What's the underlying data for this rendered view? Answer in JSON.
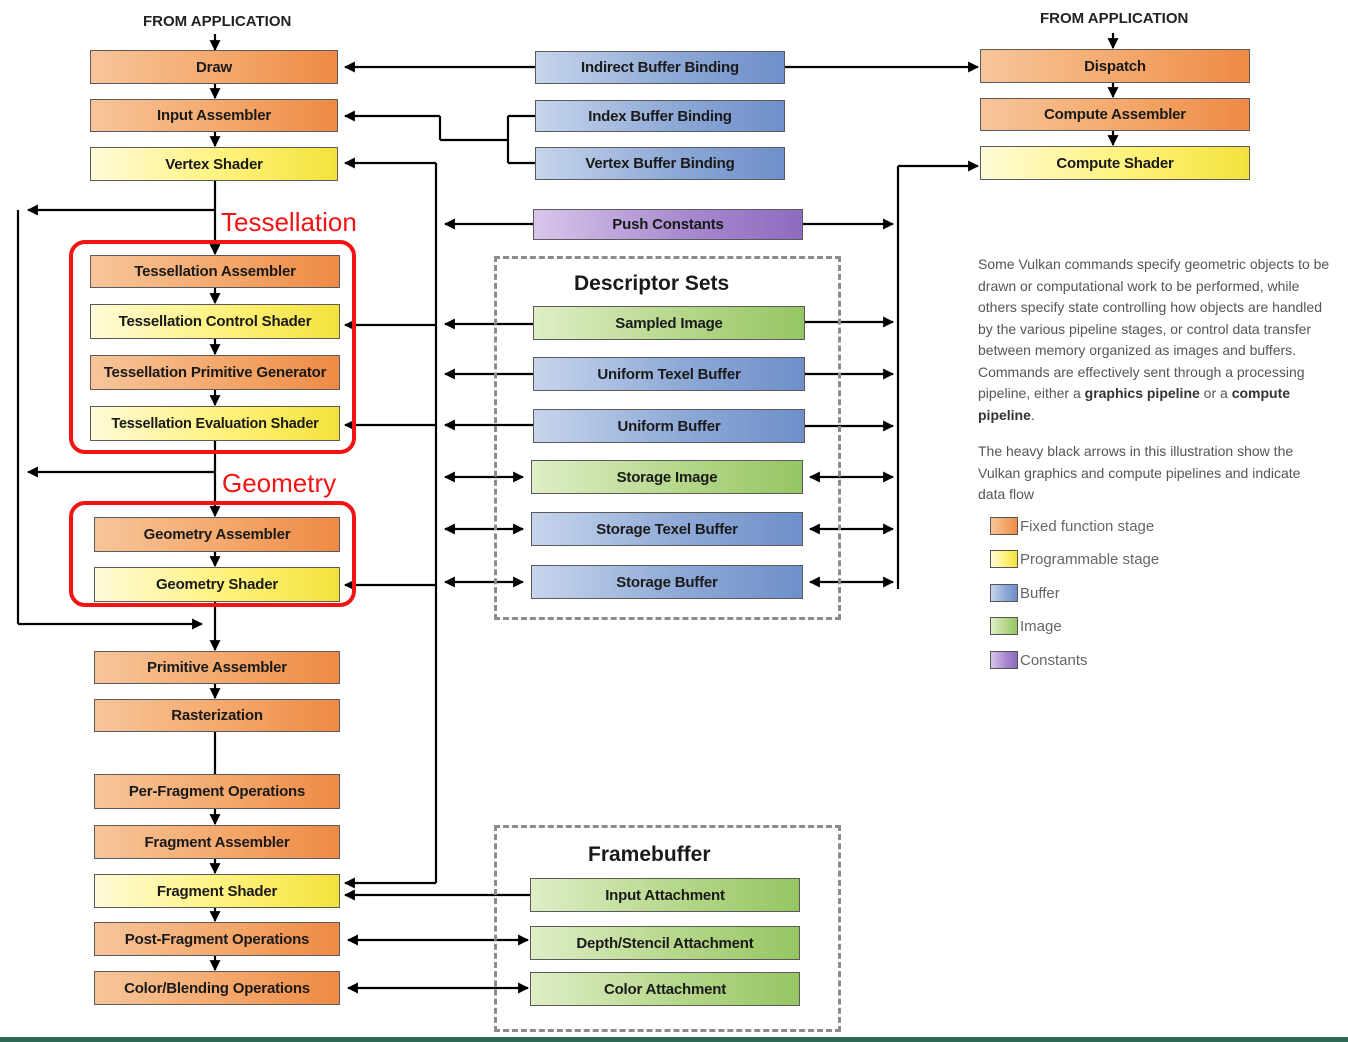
{
  "pipeline": {
    "from_app_graphics": "FROM APPLICATION",
    "from_app_compute": "FROM APPLICATION",
    "draw": "Draw",
    "input_assembler": "Input Assembler",
    "vertex_shader": "Vertex Shader",
    "tessellation_assembler": "Tessellation Assembler",
    "tessellation_control_shader": "Tessellation Control Shader",
    "tessellation_primitive_generator": "Tessellation Primitive Generator",
    "tessellation_evaluation_shader": "Tessellation Evaluation Shader",
    "geometry_assembler": "Geometry Assembler",
    "geometry_shader": "Geometry Shader",
    "primitive_assembler": "Primitive Assembler",
    "rasterization": "Rasterization",
    "per_fragment_operations": "Per-Fragment Operations",
    "fragment_assembler": "Fragment Assembler",
    "fragment_shader": "Fragment Shader",
    "post_fragment_operations": "Post-Fragment Operations",
    "color_blending_operations": "Color/Blending Operations",
    "dispatch": "Dispatch",
    "compute_assembler": "Compute Assembler",
    "compute_shader": "Compute Shader"
  },
  "bindings": {
    "indirect_buffer_binding": "Indirect Buffer Binding",
    "index_buffer_binding": "Index Buffer Binding",
    "vertex_buffer_binding": "Vertex Buffer Binding",
    "push_constants": "Push Constants"
  },
  "descriptor_sets": {
    "title": "Descriptor Sets",
    "sampled_image": "Sampled Image",
    "uniform_texel_buffer": "Uniform Texel Buffer",
    "uniform_buffer": "Uniform Buffer",
    "storage_image": "Storage Image",
    "storage_texel_buffer": "Storage Texel Buffer",
    "storage_buffer": "Storage Buffer"
  },
  "framebuffer": {
    "title": "Framebuffer",
    "input_attachment": "Input Attachment",
    "depth_stencil_attachment": "Depth/Stencil Attachment",
    "color_attachment": "Color Attachment"
  },
  "annotations": {
    "tessellation": "Tessellation",
    "geometry": "Geometry",
    "color": "#f21414"
  },
  "description": {
    "p1_part1": "Some Vulkan commands specify geometric objects to be drawn or computational work to be performed, while others specify state controlling how objects are handled by the various pipeline stages, or control data transfer between memory organized as images and buffers. Commands are effectively sent through a processing pipeline, either a ",
    "p1_bold1": "graphics pipeline",
    "p1_part2": " or a ",
    "p1_bold2": "compute pipeline",
    "p1_part3": ".",
    "p2": "The heavy black arrows in this illustration show the Vulkan graphics and compute pipelines and indicate data flow"
  },
  "legend": {
    "fixed": "Fixed function stage",
    "programmable": "Programmable stage",
    "buffer": "Buffer",
    "image": "Image",
    "constants": "Constants"
  },
  "colors": {
    "fixed": "#f4a76a",
    "programmable": "#fff27a",
    "buffer": "#8ea9d6",
    "image": "#b5d78a",
    "constants": "#a98bd0",
    "footer_bar": "#2f6a57"
  }
}
